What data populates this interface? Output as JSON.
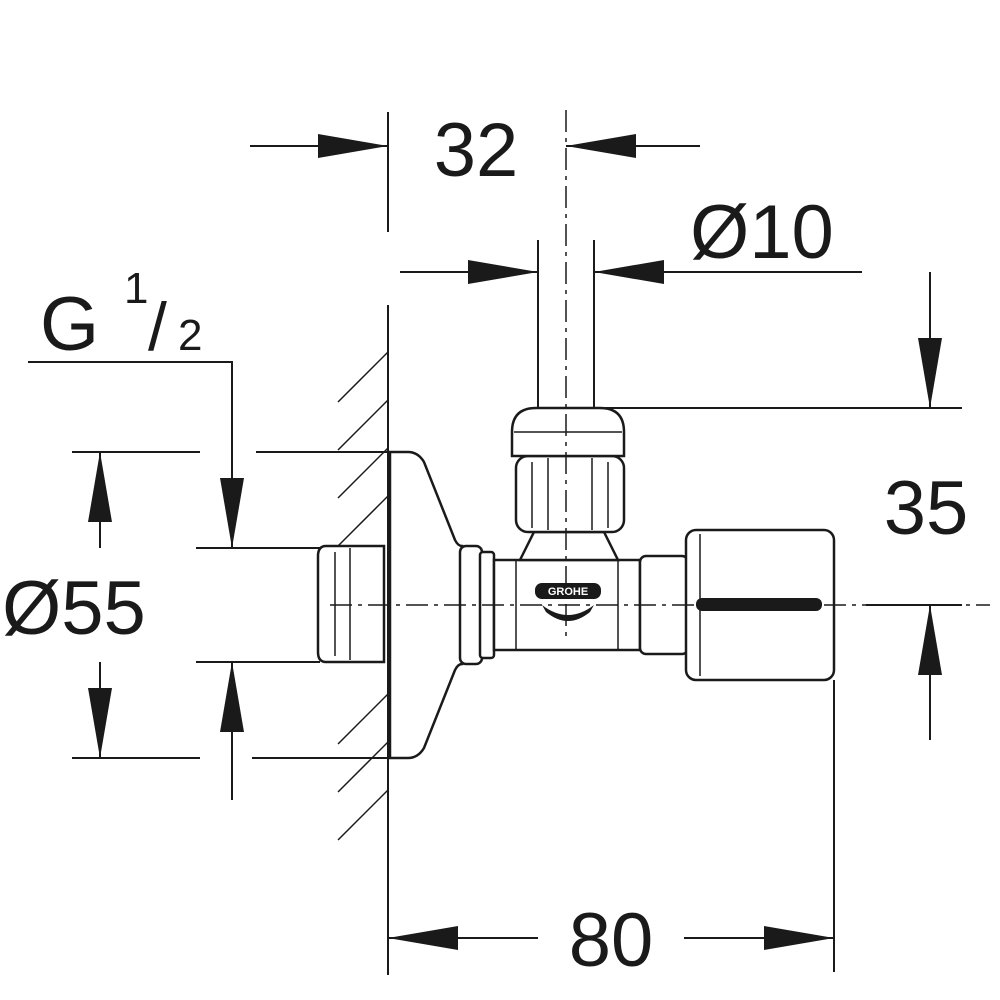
{
  "drawing": {
    "dimensions": {
      "width_top": "32",
      "outlet_diameter": "Ø10",
      "thread": {
        "prefix": "G",
        "numerator": "1",
        "slash": "/",
        "denominator": "2"
      },
      "flange_diameter": "Ø55",
      "height": "35",
      "length": "80"
    },
    "logo": {
      "text": "GROHE"
    }
  }
}
